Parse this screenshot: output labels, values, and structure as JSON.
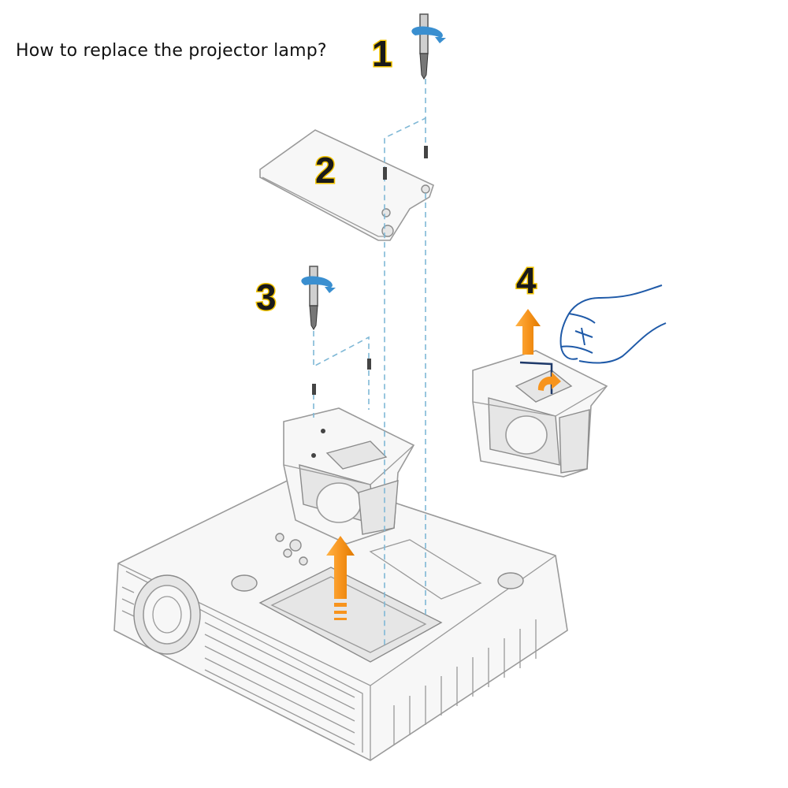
{
  "title": "How to replace the projector lamp?",
  "steps": [
    "1",
    "2",
    "3",
    "4"
  ],
  "colors": {
    "step_outline": "#f2c400",
    "arrow": "#f39a1c",
    "guide": "#7fb8d6",
    "hand": "#1f5aa8",
    "rotate": "#3a8fd0"
  },
  "icons": [
    "screwdriver-icon",
    "rotate-arrow-icon",
    "up-arrow-icon",
    "hand-icon"
  ]
}
